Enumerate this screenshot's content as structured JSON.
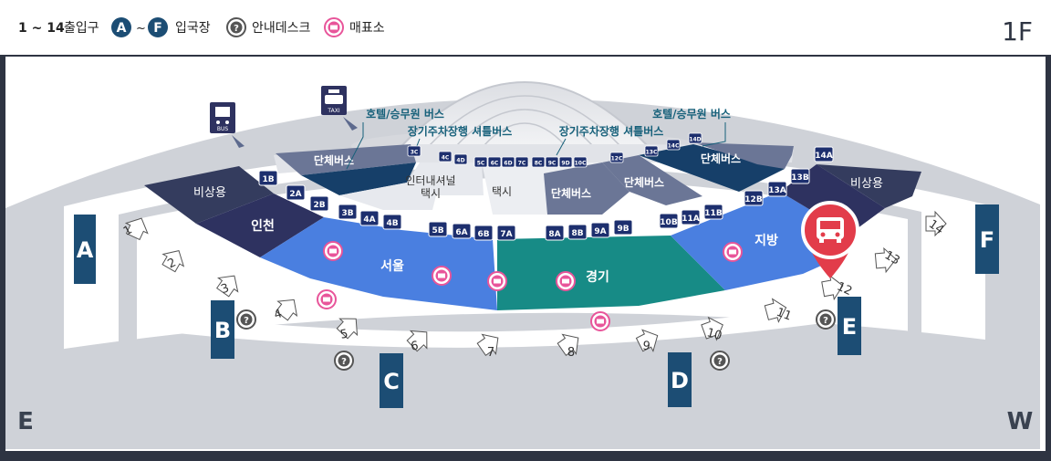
{
  "legend": {
    "gates": "1 ~ 14",
    "gates_label": "출입구",
    "arrival_from": "A",
    "tilde": "~",
    "arrival_to": "F",
    "arrival_label": "입국장",
    "info_label": "안내데스크",
    "shop_label": "매표소"
  },
  "floor": "1F",
  "compass": {
    "left": "E",
    "right": "W"
  },
  "zones": {
    "emergency_left": "비상용",
    "incheon": "인천",
    "seoul": "서울",
    "gyeonggi": "경기",
    "local": "지방",
    "emergency_right": "비상용",
    "group_bus_left": "단체버스",
    "group_bus_center": "단체버스",
    "group_bus_mid": "단체버스",
    "group_bus_right": "단체버스",
    "intercity_taxi": "인터내셔널\n택시",
    "taxi": "택시"
  },
  "labels": {
    "hotel_bus_left": "호텔/승무원 버스",
    "shuttle_left": "장기주차장행 셔틀버스",
    "shuttle_right": "장기주차장행 셔틀버스",
    "hotel_bus_right": "호텔/승무원 버스"
  },
  "icon_labels": {
    "bus": "BUS",
    "taxi": "TAXI"
  },
  "stops_front": [
    "1B",
    "2A",
    "2B",
    "3B",
    "4A",
    "4B",
    "5B",
    "6A",
    "6B",
    "7A",
    "8A",
    "8B",
    "9A",
    "9B",
    "10B",
    "11A",
    "11B",
    "12B",
    "13A",
    "13B",
    "14A"
  ],
  "stops_back": [
    "3C",
    "4C",
    "4D",
    "5C",
    "6C",
    "6D",
    "7C",
    "8C",
    "9C",
    "9D",
    "10C",
    "12C",
    "13C",
    "14C",
    "14D"
  ],
  "gates": [
    "1",
    "2",
    "3",
    "4",
    "5",
    "6",
    "7",
    "8",
    "9",
    "10",
    "11",
    "12",
    "13",
    "14"
  ],
  "arrivals": [
    "A",
    "B",
    "C",
    "D",
    "E",
    "F"
  ],
  "colors": {
    "navy": "#2e3260",
    "blue": "#4a7fe0",
    "teal": "#178b86",
    "dark": "#343c5e",
    "slate": "#5d6a8e",
    "pin": "#e23c4a",
    "shop": "#e8559a",
    "arrival": "#1c4d74"
  }
}
